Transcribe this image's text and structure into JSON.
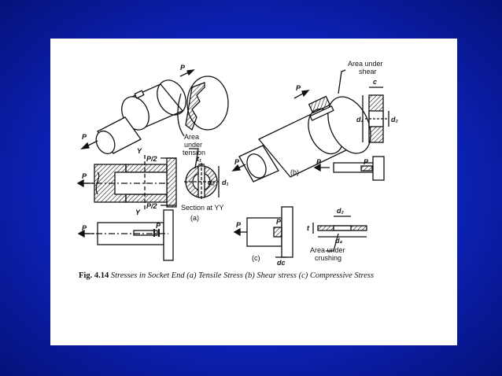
{
  "colors": {
    "background": "#0b22b8",
    "panel": "#ffffff",
    "ink": "#111111"
  },
  "diagram": {
    "caption_fig": "Fig. 4.14",
    "caption_text": "Stresses in Socket End (a) Tensile Stress (b) Shear stress (c) Compressive Stress",
    "labels": {
      "P": "P",
      "P_half": "P/2",
      "Y": "Y",
      "t1": "t₁",
      "d1": "d₁",
      "d2": "d₂",
      "d4": "d₄",
      "c": "c",
      "t": "t",
      "dc": "dᴄ",
      "part_a": "(a)",
      "part_b": "(b)",
      "part_c": "(c)",
      "area_tension": [
        "Area",
        "under",
        "tension"
      ],
      "section_yy": "Section at YY",
      "area_shear": [
        "Area under",
        "shear"
      ],
      "area_crushing": [
        "Area under",
        "crushing"
      ]
    }
  }
}
